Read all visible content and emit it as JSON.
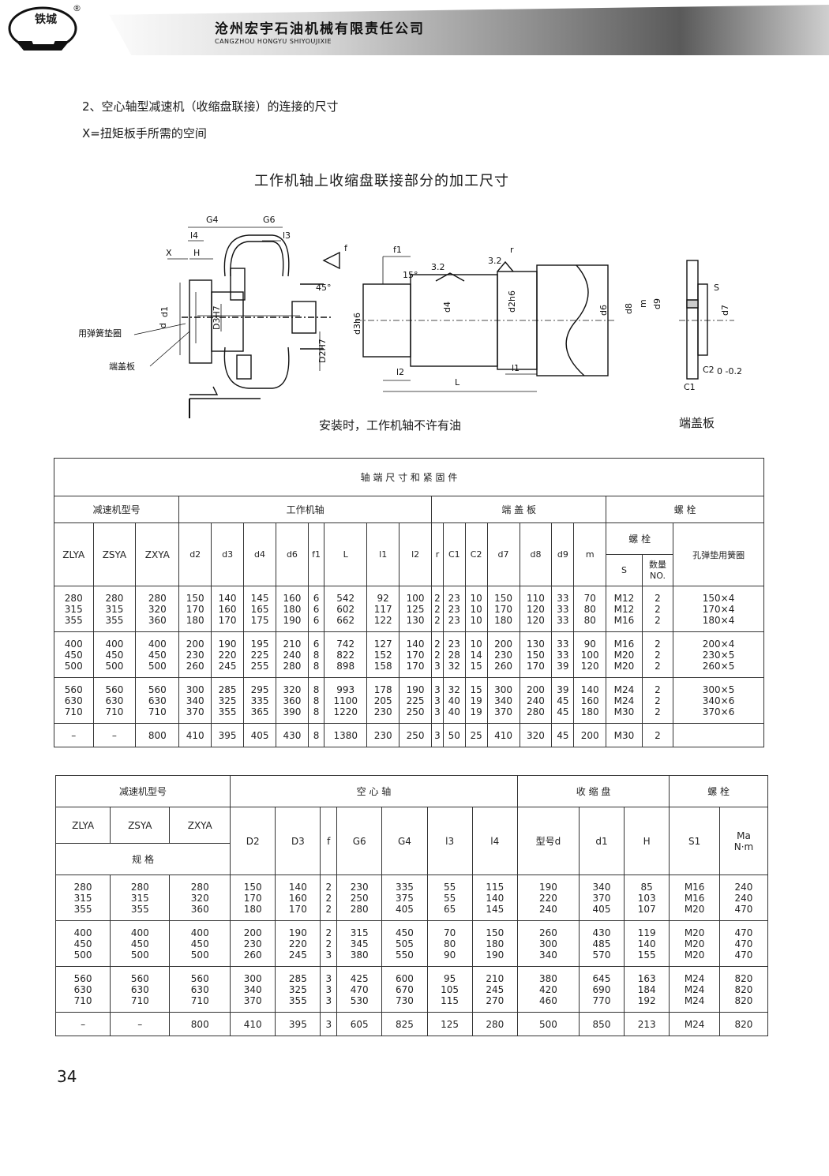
{
  "header": {
    "logo_text": "铁城",
    "reg_mark": "®",
    "company_cn": "沧州宏宇石油机械有限责任公司",
    "company_en": "CANGZHOU HONGYU SHIYOUJIXIE"
  },
  "section": {
    "title": "2、空心轴型减速机（收缩盘联接）的连接的尺寸",
    "note": "X=扭矩板手所需的空间"
  },
  "figure": {
    "title": "工作机轴上收缩盘联接部分的加工尺寸",
    "labels": {
      "G4": "G4",
      "G6": "G6",
      "l4": "l4",
      "l3": "l3",
      "X": "X",
      "H": "H",
      "f": "f",
      "d1": "d1",
      "d": "d",
      "D3H7": "D3H7",
      "D2H7": "D2H7",
      "deg45": "45°",
      "spring": "孔用弹簧垫圈",
      "endcap": "端盖板",
      "f1": "f1",
      "deg15": "15°",
      "r32a": "3.2",
      "r32b": "3.2",
      "r": "r",
      "d3h6": "d3h6",
      "d4": "d4",
      "d2h6": "d2h6",
      "d6": "d6",
      "l2": "l2",
      "L": "L",
      "l1": "l1",
      "d8": "d8",
      "m": "m",
      "d9": "d9",
      "S": "S",
      "d7": "d7",
      "C2": "C2",
      "C2tol": "0\n-0.2",
      "C1": "C1"
    },
    "caption": "安装时，工作机轴不许有油",
    "caption_right": "端盖板"
  },
  "table1": {
    "title": "轴 端 尺 寸 和 紧 固 件",
    "group_model": "减速机型号",
    "group_shaft": "工作机轴",
    "group_cap": "端  盖  板",
    "group_bolt": "螺  栓",
    "sub_bolt": "螺   栓",
    "col_washer": "孔弹垫用簧圈",
    "cols": [
      "ZLYA",
      "ZSYA",
      "ZXYA",
      "d2",
      "d3",
      "d4",
      "d6",
      "f1",
      "L",
      "l1",
      "l2",
      "r",
      "C1",
      "C2",
      "d7",
      "d8",
      "d9",
      "m"
    ],
    "bolt_s": "S",
    "bolt_qty": "数量\nNO.",
    "rows": [
      [
        "280\n315\n355",
        "280\n315\n355",
        "280\n320\n360",
        "150\n170\n180",
        "140\n160\n170",
        "145\n165\n175",
        "160\n180\n190",
        "6\n6\n6",
        "542\n602\n662",
        "92\n117\n122",
        "100\n125\n130",
        "2\n2\n2",
        "23\n23\n23",
        "10\n10\n10",
        "150\n170\n180",
        "110\n120\n120",
        "33\n33\n33",
        "70\n80\n80",
        "M12\nM12\nM16",
        "2\n2\n2",
        "150×4\n170×4\n180×4"
      ],
      [
        "400\n450\n500",
        "400\n450\n500",
        "400\n450\n500",
        "200\n230\n260",
        "190\n220\n245",
        "195\n225\n255",
        "210\n240\n280",
        "6\n8\n8",
        "742\n822\n898",
        "127\n152\n158",
        "140\n170\n170",
        "2\n2\n3",
        "23\n28\n32",
        "10\n14\n15",
        "200\n230\n260",
        "130\n150\n170",
        "33\n33\n39",
        "90\n100\n120",
        "M16\nM20\nM20",
        "2\n2\n2",
        "200×4\n230×5\n260×5"
      ],
      [
        "560\n630\n710",
        "560\n630\n710",
        "560\n630\n710",
        "300\n340\n370",
        "285\n325\n355",
        "295\n335\n365",
        "320\n360\n390",
        "8\n8\n8",
        "993\n1100\n1220",
        "178\n205\n230",
        "190\n225\n250",
        "3\n3\n3",
        "32\n40\n40",
        "15\n19\n19",
        "300\n340\n370",
        "200\n240\n280",
        "39\n45\n45",
        "140\n160\n180",
        "M24\nM24\nM30",
        "2\n2\n2",
        "300×5\n340×6\n370×6"
      ],
      [
        "–",
        "–",
        "800",
        "410",
        "395",
        "405",
        "430",
        "8",
        "1380",
        "230",
        "250",
        "3",
        "50",
        "25",
        "410",
        "320",
        "45",
        "200",
        "M30",
        "2",
        ""
      ]
    ]
  },
  "table2": {
    "group_model": "减速机型号",
    "group_hollow": "空    心    轴",
    "group_disc": "收    缩    盘",
    "group_bolt": "螺  栓",
    "model_cols": [
      "ZLYA",
      "ZSYA",
      "ZXYA"
    ],
    "spec_label": "规    格",
    "cols": [
      "D2",
      "D3",
      "f",
      "G6",
      "G4",
      "l3",
      "l4",
      "型号d",
      "d1",
      "H",
      "S1",
      "Ma\nN·m"
    ],
    "rows": [
      [
        "280\n315\n355",
        "280\n315\n355",
        "280\n320\n360",
        "150\n170\n180",
        "140\n160\n170",
        "2\n2\n2",
        "230\n250\n280",
        "335\n375\n405",
        "55\n55\n65",
        "115\n140\n145",
        "190\n220\n240",
        "340\n370\n405",
        "85\n103\n107",
        "M16\nM16\nM20",
        "240\n240\n470"
      ],
      [
        "400\n450\n500",
        "400\n450\n500",
        "400\n450\n500",
        "200\n230\n260",
        "190\n220\n245",
        "2\n2\n3",
        "315\n345\n380",
        "450\n505\n550",
        "70\n80\n90",
        "150\n180\n190",
        "260\n300\n340",
        "430\n485\n570",
        "119\n140\n155",
        "M20\nM20\nM20",
        "470\n470\n470"
      ],
      [
        "560\n630\n710",
        "560\n630\n710",
        "560\n630\n710",
        "300\n340\n370",
        "285\n325\n355",
        "3\n3\n3",
        "425\n470\n530",
        "600\n670\n730",
        "95\n105\n115",
        "210\n245\n270",
        "380\n420\n460",
        "645\n690\n770",
        "163\n184\n192",
        "M24\nM24\nM24",
        "820\n820\n820"
      ],
      [
        "–",
        "–",
        "800",
        "410",
        "395",
        "3",
        "605",
        "825",
        "125",
        "280",
        "500",
        "850",
        "213",
        "M24",
        "820"
      ]
    ]
  },
  "page_number": "34"
}
